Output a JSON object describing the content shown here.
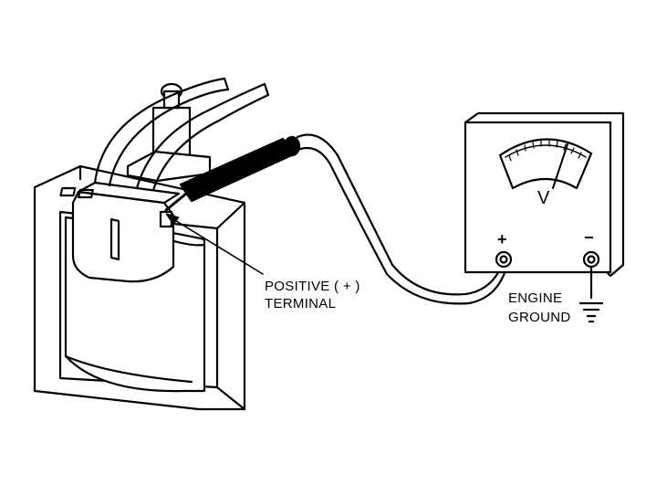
{
  "labels": {
    "positive_line1": "POSITIVE ( + )",
    "positive_line2": "TERMINAL",
    "engine": "ENGINE",
    "ground": "GROUND"
  },
  "meter": {
    "unit_symbol": "V",
    "plus_symbol": "+",
    "minus_symbol": "−"
  },
  "colors": {
    "ink": "#000000",
    "paper": "#ffffff"
  }
}
